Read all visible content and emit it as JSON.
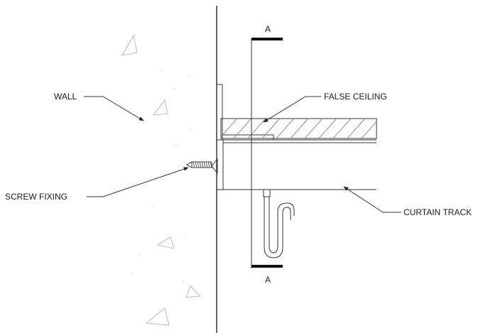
{
  "labels": {
    "wall": "WALL",
    "false_ceiling": "FALSE CEILING",
    "screw_fixing": "SCREW FIXING",
    "curtain_track": "CURTAIN TRACK"
  },
  "section": {
    "top_mark": "A",
    "bottom_mark": "A"
  }
}
